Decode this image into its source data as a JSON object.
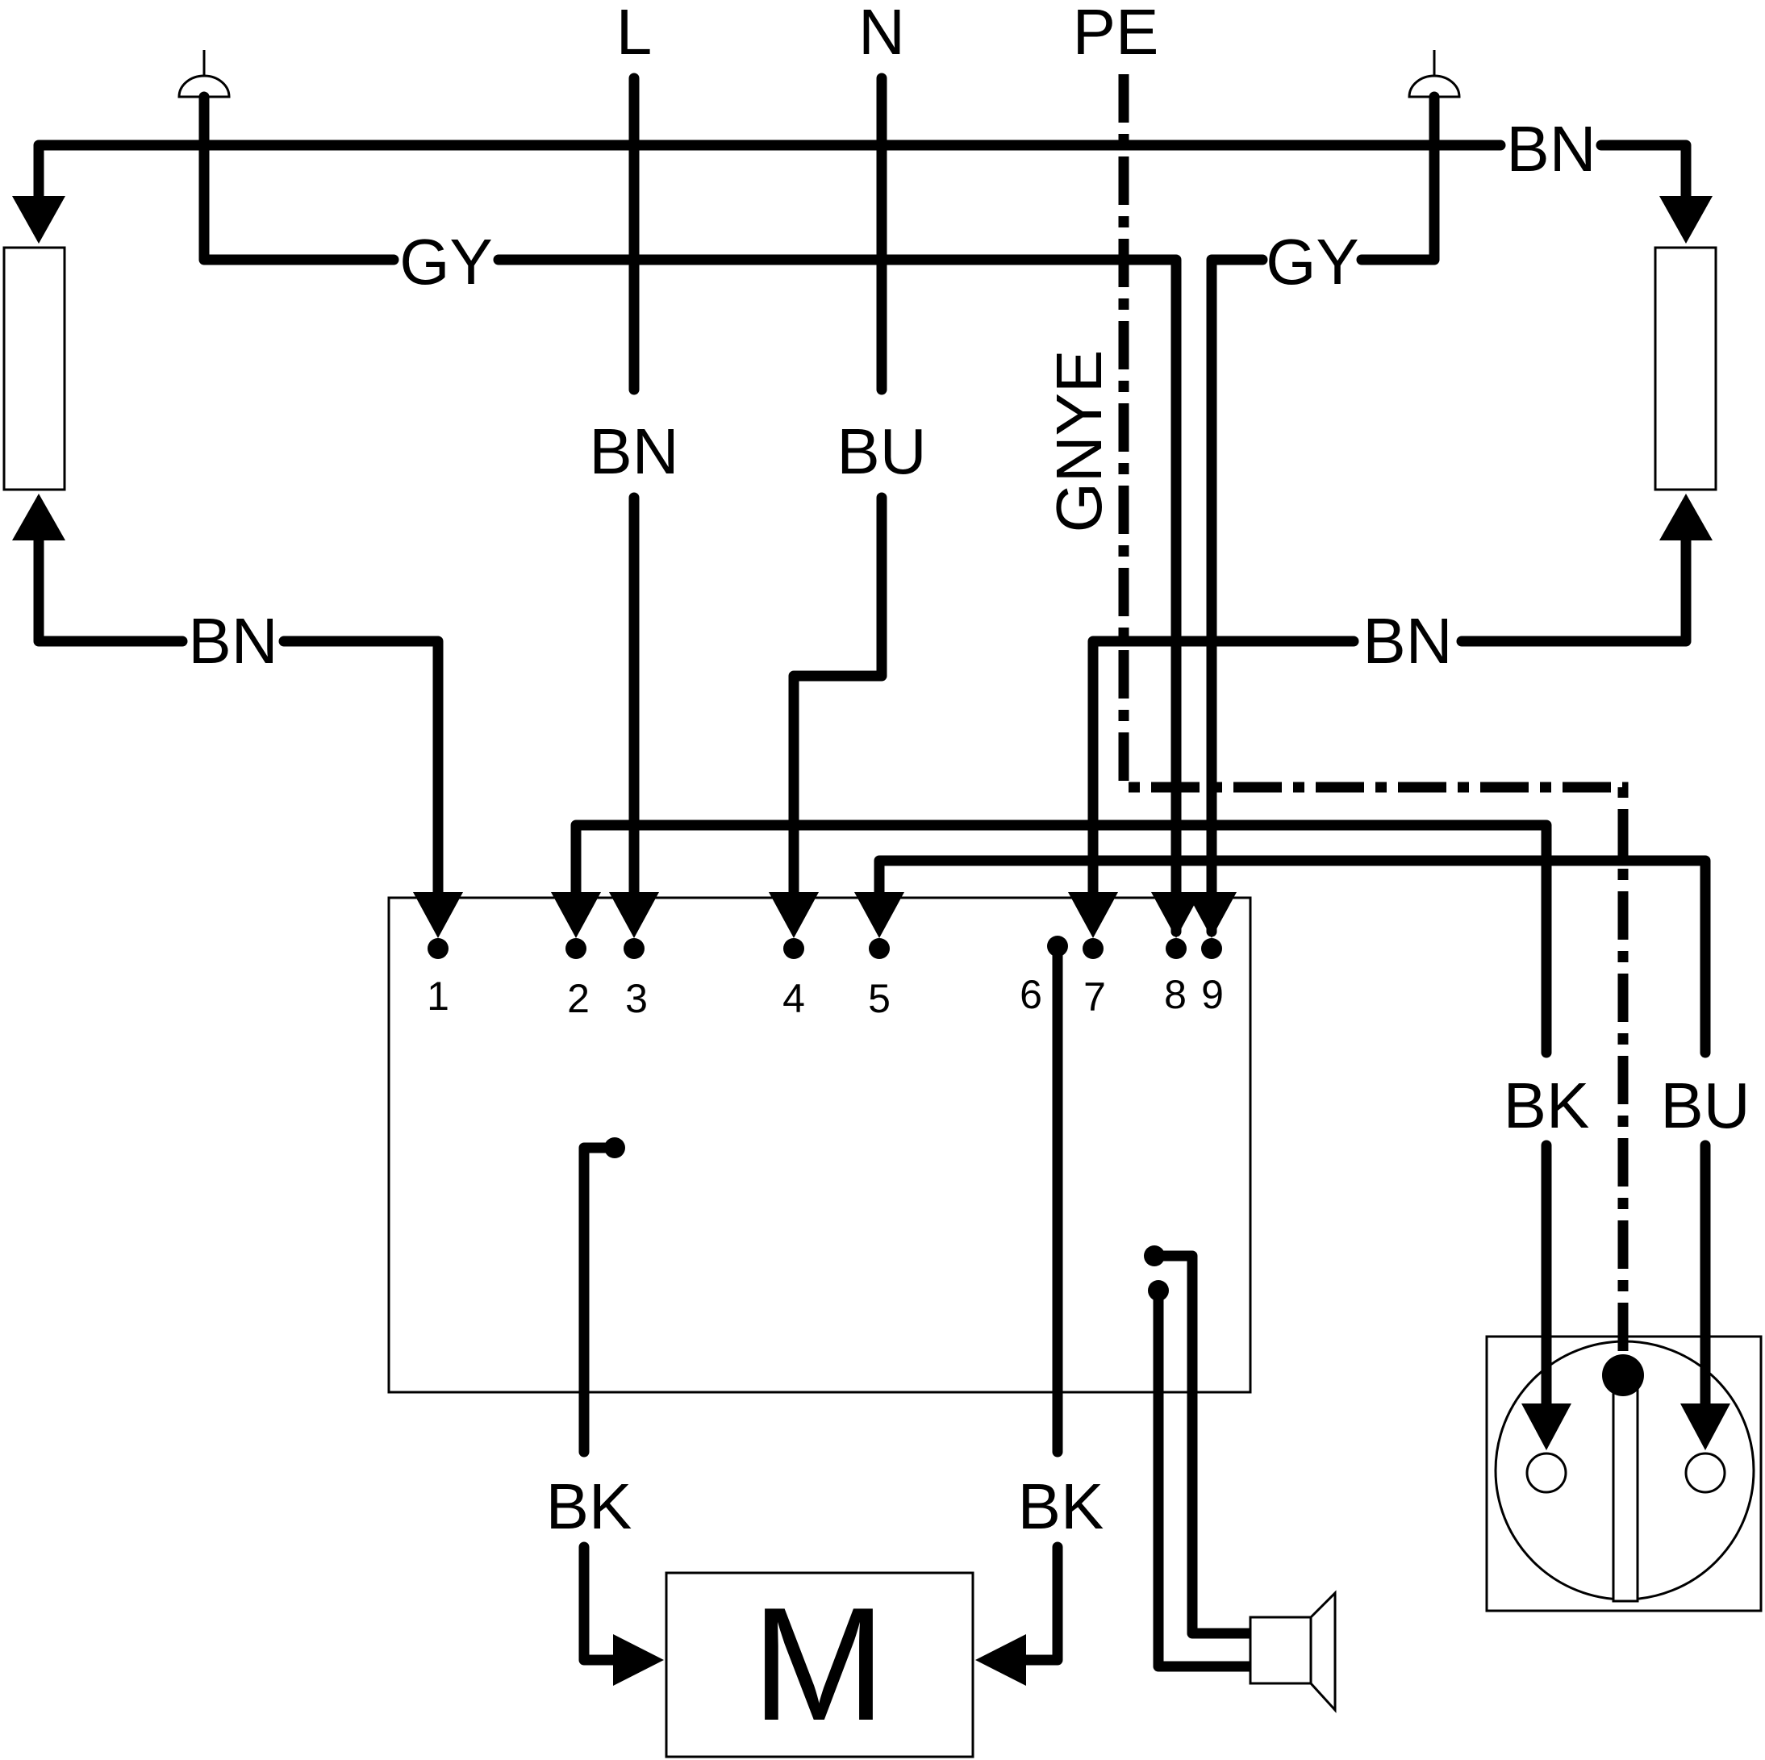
{
  "supply": {
    "line": "L",
    "neutral": "N",
    "earth": "PE"
  },
  "wire_colors": {
    "brown": "BN",
    "blue": "BU",
    "grey": "GY",
    "black": "BK",
    "green_yellow": "GNYE"
  },
  "terminals": [
    "1",
    "2",
    "3",
    "4",
    "5",
    "6",
    "7",
    "8",
    "9"
  ],
  "motor": "M"
}
